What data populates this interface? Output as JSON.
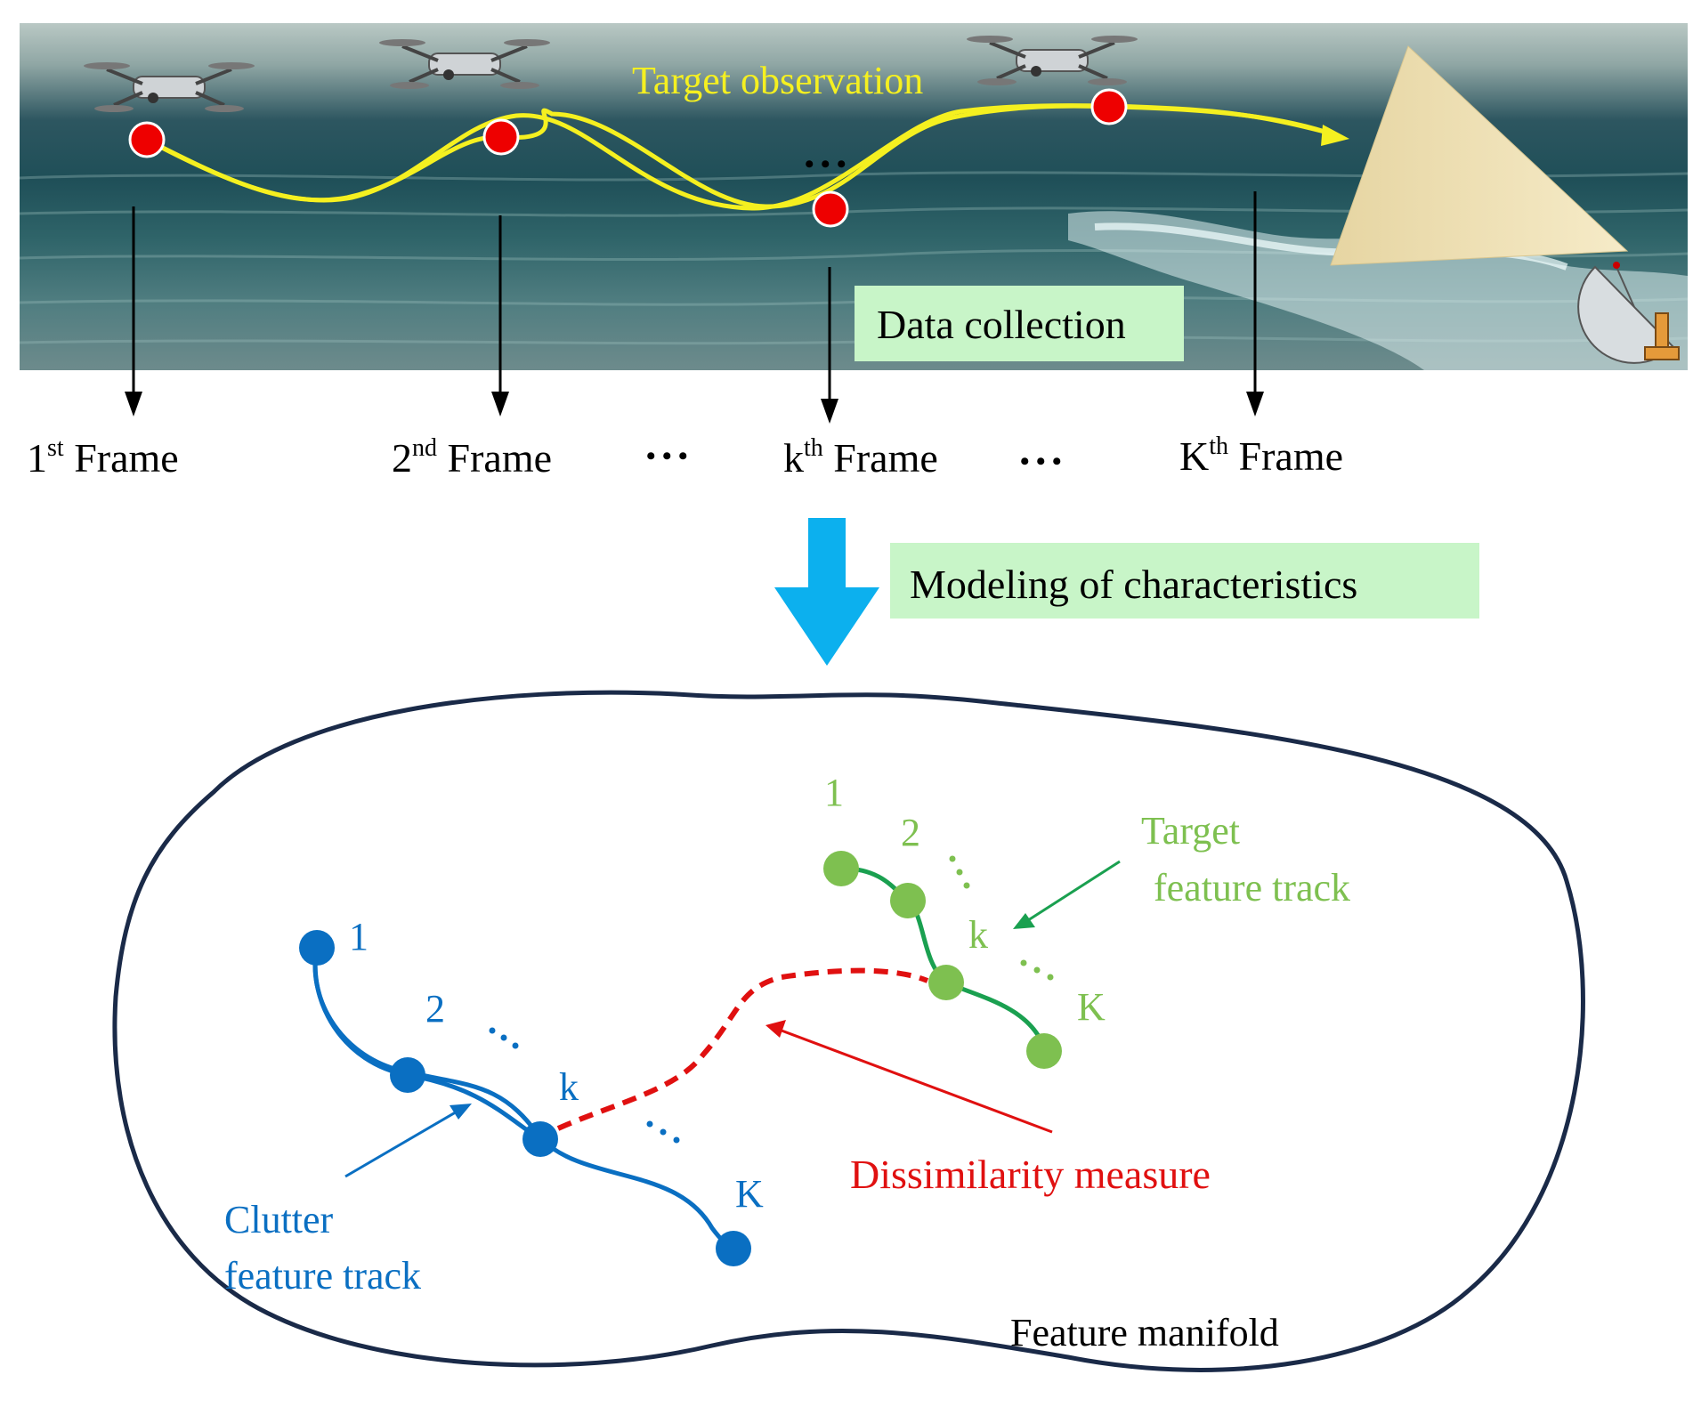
{
  "top_panel": {
    "target_observation": "Target observation",
    "data_collection": "Data collection",
    "ellipsis": "• • •"
  },
  "frames": [
    {
      "base": "1",
      "sup": "st",
      "word": " Frame"
    },
    {
      "base": "2",
      "sup": "nd",
      "word": " Frame"
    },
    {
      "base": "k",
      "sup": "th",
      "word": " Frame"
    },
    {
      "base": "K",
      "sup": "th",
      "word": " Frame"
    }
  ],
  "frame_ellipsis": "• • •",
  "modeling_label": "Modeling of characteristics",
  "manifold": {
    "label": "Feature manifold",
    "clutter_label_line1": "Clutter",
    "clutter_label_line2": "feature track",
    "target_label_line1": "Target",
    "target_label_line2": "feature track",
    "dissimilarity_label": "Dissimilarity measure",
    "clutter_points": [
      "1",
      "2",
      "k",
      "K"
    ],
    "target_points": [
      "1",
      "2",
      "k",
      "K"
    ]
  },
  "colors": {
    "clutter_blue": "#0a6fc2",
    "target_green": "#7ec050",
    "target_arrow_green": "#1aa050",
    "dissimilarity_red": "#e01010",
    "trajectory_yellow": "#f5f020",
    "label_box_green": "#c8f5c8",
    "arrow_cyan": "#0cb0ee",
    "manifold_outline": "#1a2a48"
  }
}
